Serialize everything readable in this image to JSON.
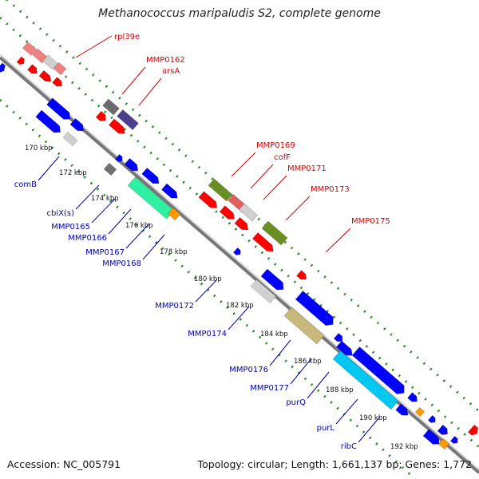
{
  "title": "Methanococcus maripaludis S2, complete genome",
  "footer": {
    "accession": "Accession: NC_005791",
    "summary": "Topology: circular; Length: 1,661,137 bp; Genes: 1,772"
  },
  "colors": {
    "forward_label": "#d40000",
    "reverse_label": "#0000b0",
    "backbone": "#888888",
    "tick_dots": "#228b22",
    "cds_red": "#ff0000",
    "cds_blue": "#0000ff"
  },
  "scale": {
    "ticks": [
      {
        "label": "170 kbp"
      },
      {
        "label": "172 kbp"
      },
      {
        "label": "174 kbp"
      },
      {
        "label": "176 kbp"
      },
      {
        "label": "178 kbp"
      },
      {
        "label": "180 kbp"
      },
      {
        "label": "182 kbp"
      },
      {
        "label": "184 kbp"
      },
      {
        "label": "186 kbp"
      },
      {
        "label": "188 kbp"
      },
      {
        "label": "190 kbp"
      },
      {
        "label": "192 kbp"
      }
    ]
  },
  "forward_labels": [
    {
      "text": "rpl39e"
    },
    {
      "text": "MMP0162"
    },
    {
      "text": "arsA"
    },
    {
      "text": "MMP0169"
    },
    {
      "text": "cofF"
    },
    {
      "text": "MMP0171"
    },
    {
      "text": "MMP0173"
    },
    {
      "text": "MMP0175"
    }
  ],
  "reverse_labels": [
    {
      "text": "comB"
    },
    {
      "text": "cbiX(s)"
    },
    {
      "text": "MMP0165"
    },
    {
      "text": "MMP0166"
    },
    {
      "text": "MMP0167"
    },
    {
      "text": "MMP0168"
    },
    {
      "text": "MMP0172"
    },
    {
      "text": "MMP0174"
    },
    {
      "text": "MMP0176"
    },
    {
      "text": "MMP0177"
    },
    {
      "text": "purQ"
    },
    {
      "text": "purL"
    },
    {
      "text": "ribC"
    }
  ]
}
